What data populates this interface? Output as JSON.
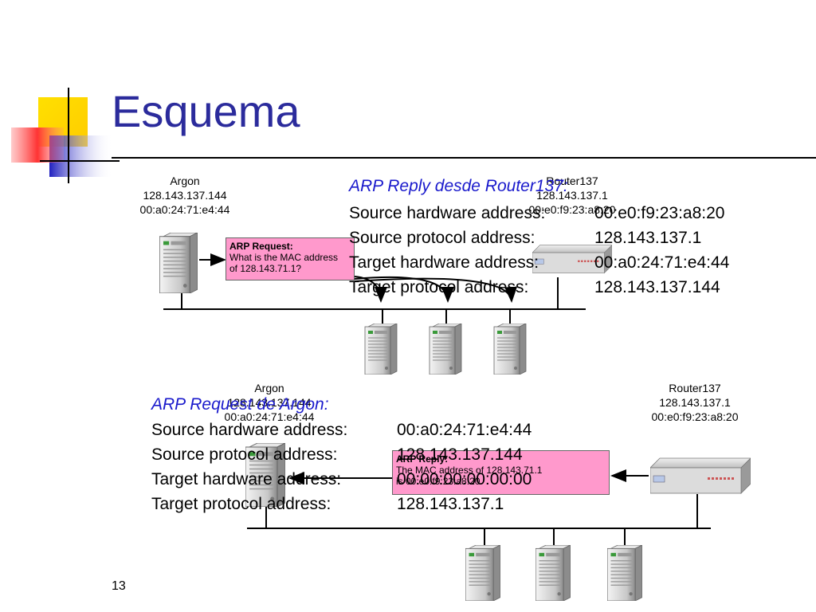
{
  "slide": {
    "title": "Esquema",
    "page_number": "13"
  },
  "top": {
    "argon": {
      "name": "Argon",
      "ip": "128.143.137.144",
      "mac": "00:a0:24:71:e4:44"
    },
    "router": {
      "name": "Router137",
      "ip": "128.143.137.1",
      "mac": "00:e0:f9:23:a8:20"
    },
    "request_box": {
      "title": "ARP Request:",
      "line1": "What is the MAC address",
      "line2": "of  128.143.71.1?"
    },
    "reply": {
      "title": "ARP Reply desde Router137:",
      "fields": [
        {
          "label": "Source hardware address:",
          "value": "00:e0:f9:23:a8:20"
        },
        {
          "label": "Source protocol address:",
          "value": "128.143.137.1"
        },
        {
          "label": "Target hardware address:",
          "value": "00:a0:24:71:e4:44"
        },
        {
          "label": "Target protocol address:",
          "value": "128.143.137.144"
        }
      ]
    }
  },
  "bottom": {
    "argon": {
      "name": "Argon",
      "ip": "128.143.137.144",
      "mac": "00:a0:24:71:e4:44"
    },
    "router": {
      "name": "Router137",
      "ip": "128.143.137.1",
      "mac": "00:e0:f9:23:a8:20"
    },
    "reply_box": {
      "title": "ARP Reply:",
      "line1": "The MAC address of 128.143.71.1",
      "line2": "is 00:e0:f9:23:a8:20"
    },
    "request": {
      "title": "ARP Request de Argon:",
      "fields": [
        {
          "label": "Source hardware address:",
          "value": "00:a0:24:71:e4:44"
        },
        {
          "label": "Source protocol address:",
          "value": "128.143.137.144"
        },
        {
          "label": "Target hardware address:",
          "value": "00:00:00:00:00:00"
        },
        {
          "label": "Target protocol address:",
          "value": "128.143.137.1"
        }
      ]
    }
  },
  "colors": {
    "title": "#2b2b9c",
    "panel_title": "#1a1acc",
    "message_box": "#ff99cc",
    "deco_yellow": "#ffd700",
    "deco_blue": "#3333cc",
    "deco_red": "#ff3333"
  },
  "icons": [
    "server-tower-icon",
    "router-device-icon"
  ]
}
